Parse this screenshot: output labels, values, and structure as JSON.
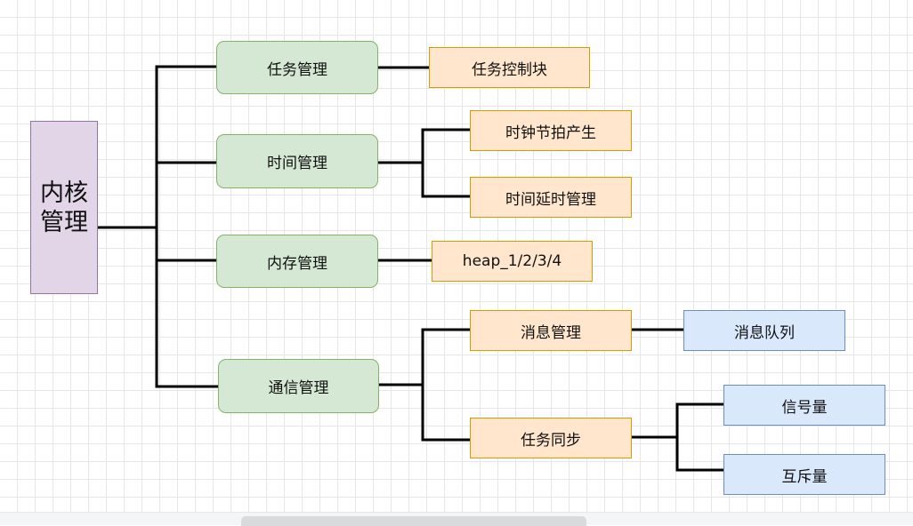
{
  "diagram": {
    "root": {
      "label": "内核管理"
    },
    "nodes": {
      "task_mgmt": {
        "label": "任务管理"
      },
      "time_mgmt": {
        "label": "时间管理"
      },
      "memory_mgmt": {
        "label": "内存管理"
      },
      "comm_mgmt": {
        "label": "通信管理"
      },
      "tcb": {
        "label": "任务控制块"
      },
      "tick": {
        "label": "时钟节拍产生"
      },
      "delay_mgmt": {
        "label": "时间延时管理"
      },
      "heap": {
        "label": "heap_1/2/3/4"
      },
      "msg_mgmt": {
        "label": "消息管理"
      },
      "task_sync": {
        "label": "任务同步"
      },
      "msg_queue": {
        "label": "消息队列"
      },
      "semaphore": {
        "label": "信号量"
      },
      "mutex": {
        "label": "互斥量"
      }
    },
    "edges": [
      [
        "root",
        "task_mgmt"
      ],
      [
        "root",
        "time_mgmt"
      ],
      [
        "root",
        "memory_mgmt"
      ],
      [
        "root",
        "comm_mgmt"
      ],
      [
        "task_mgmt",
        "tcb"
      ],
      [
        "time_mgmt",
        "tick"
      ],
      [
        "time_mgmt",
        "delay_mgmt"
      ],
      [
        "memory_mgmt",
        "heap"
      ],
      [
        "comm_mgmt",
        "msg_mgmt"
      ],
      [
        "comm_mgmt",
        "task_sync"
      ],
      [
        "msg_mgmt",
        "msg_queue"
      ],
      [
        "task_sync",
        "semaphore"
      ],
      [
        "task_sync",
        "mutex"
      ]
    ],
    "colors": {
      "root_fill": "#e1d5e7",
      "root_stroke": "#9673a6",
      "green_fill": "#d5e8d4",
      "green_stroke": "#82b366",
      "orange_fill": "#ffe6cc",
      "orange_stroke": "#d79b00",
      "blue_fill": "#dae8fc",
      "blue_stroke": "#6c8ebf",
      "edge": "#000000"
    }
  }
}
